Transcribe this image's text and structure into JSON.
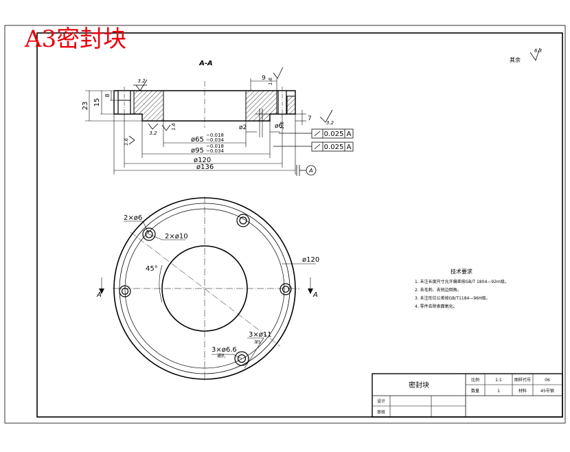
{
  "banner": "A3密封块",
  "section_title": "A-A",
  "rest_roughness": {
    "label": "其余",
    "value": "6.3"
  },
  "roughness": {
    "r1": "3.2",
    "r2": "1.6",
    "r3": "3.2",
    "r4": "1.6",
    "r5": "1.6",
    "r6": "1.6",
    "r7": "3.2"
  },
  "dims": {
    "h23": "23",
    "h15": "15",
    "h8": "8",
    "d9": "9",
    "d7": "7",
    "phi2": "ø2",
    "phi6": "ø6",
    "phi65": "ø65",
    "phi65_tol_upper": "−0.018",
    "phi65_tol_lower": "−0.034",
    "phi95": "ø95",
    "phi95_tol_upper": "−0.018",
    "phi95_tol_lower": "−0.034",
    "phi120": "ø120",
    "phi136": "ø136"
  },
  "tolerance": {
    "value": "0.025",
    "datum": "A"
  },
  "datum_label": "A",
  "plan": {
    "holes_small": "2×ø6",
    "holes_cb": "2×ø10",
    "angle": "45°",
    "bc": "ø120",
    "holes3": "3×ø6.6",
    "holes3_note": "通孔",
    "holes3_cb": "3×ø11",
    "holes3_cb_note": "深5",
    "section_left": "A",
    "section_right": "A"
  },
  "tech_req": {
    "title": "技术要求",
    "items": [
      "1. 未注长度尺寸允许偏差按GB/T 1804—92m级。",
      "2. 去毛刺、去锐边倒角。",
      "3. 未注形位公差按GB/T1184—96H级。",
      "4. 零件去除表面氧化。"
    ]
  },
  "title_block": {
    "part_name": "密封块",
    "scale_label": "比例",
    "scale": "1:1",
    "drawing_no_label": "图样代号",
    "drawing_no": "06",
    "qty_label": "数量",
    "qty": "1",
    "material_label": "材料",
    "material": "45号钢",
    "designer_label": "设计",
    "reviewer_label": "审核"
  }
}
